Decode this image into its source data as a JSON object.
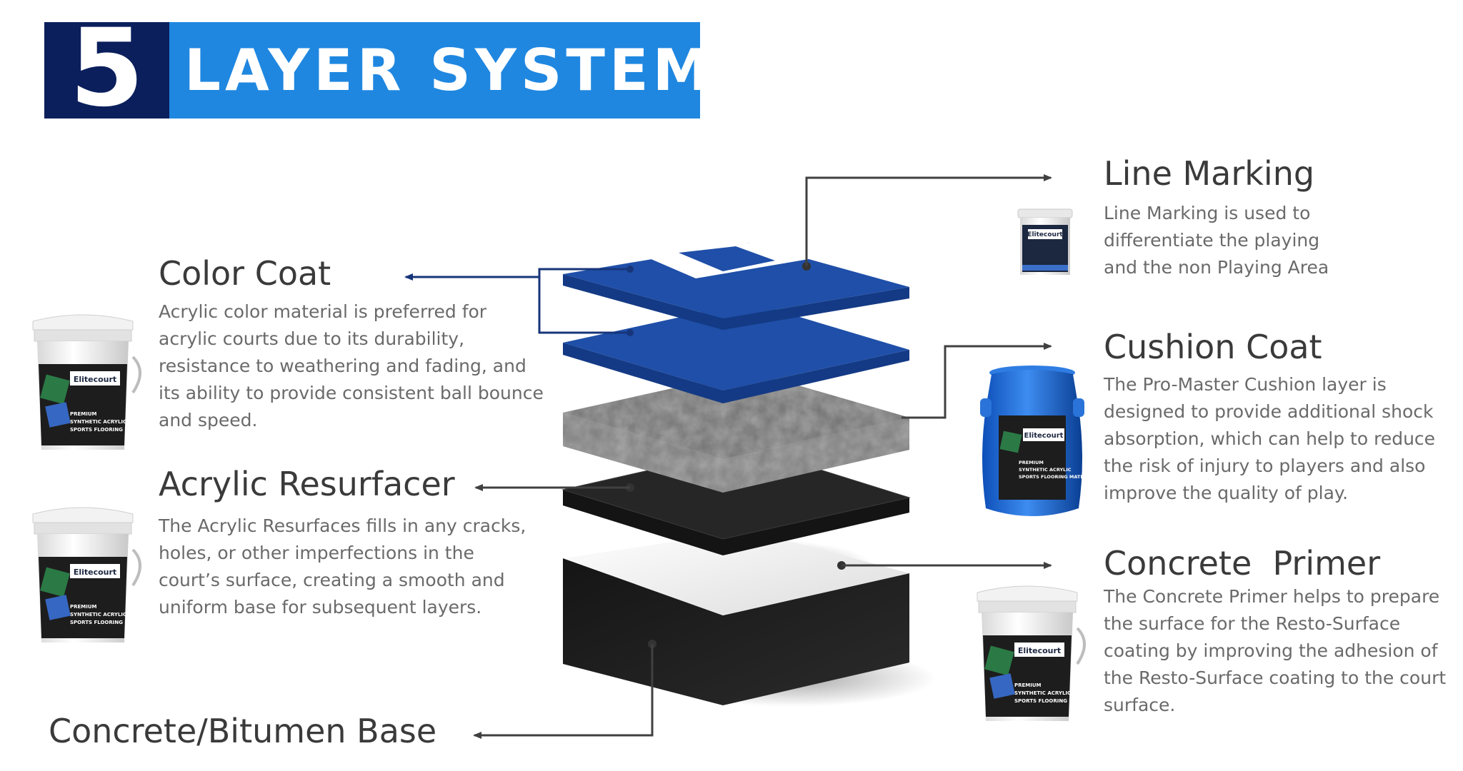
{
  "banner": {
    "number": "5",
    "title": "LAYER SYSTEM"
  },
  "layers": {
    "line_marking": {
      "heading": "Line Marking",
      "description": "Line Marking is used to differentiate the playing and the non Playing Area"
    },
    "color_coat": {
      "heading": "Color Coat",
      "description": "Acrylic color material is preferred for acrylic courts due to its durability, resistance to weathering and fading, and its ability to provide consistent ball bounce and speed."
    },
    "cushion_coat": {
      "heading": "Cushion Coat",
      "description": "The Pro-Master Cushion layer is designed to provide additional shock absorption, which can help to reduce the risk of injury to players and also improve the quality of play."
    },
    "acrylic_resurfacer": {
      "heading": "Acrylic Resurfacer",
      "description": "The Acrylic Resurfaces fills in any cracks, holes, or other imperfections in the court’s surface, creating a smooth and uniform base for subsequent layers."
    },
    "concrete_primer": {
      "heading": "Concrete  Primer",
      "description": "The Concrete Primer helps to prepare the surface for the Resto-Surface coating by improving the adhesion of the Resto-Surface coating to the court surface."
    },
    "base": {
      "heading": "Concrete/Bitumen Base"
    }
  },
  "product": {
    "brand": "Elitecourt",
    "label_lines": [
      "PREMIUM",
      "SYNTHETIC ACRYLIC",
      "SPORTS FLOORING MATERIAL"
    ]
  },
  "colors": {
    "banner_blue": "#1f87e0",
    "banner_navy": "#0b1f5c",
    "court_blue": "#1f4fa8",
    "connector": "#404040"
  }
}
